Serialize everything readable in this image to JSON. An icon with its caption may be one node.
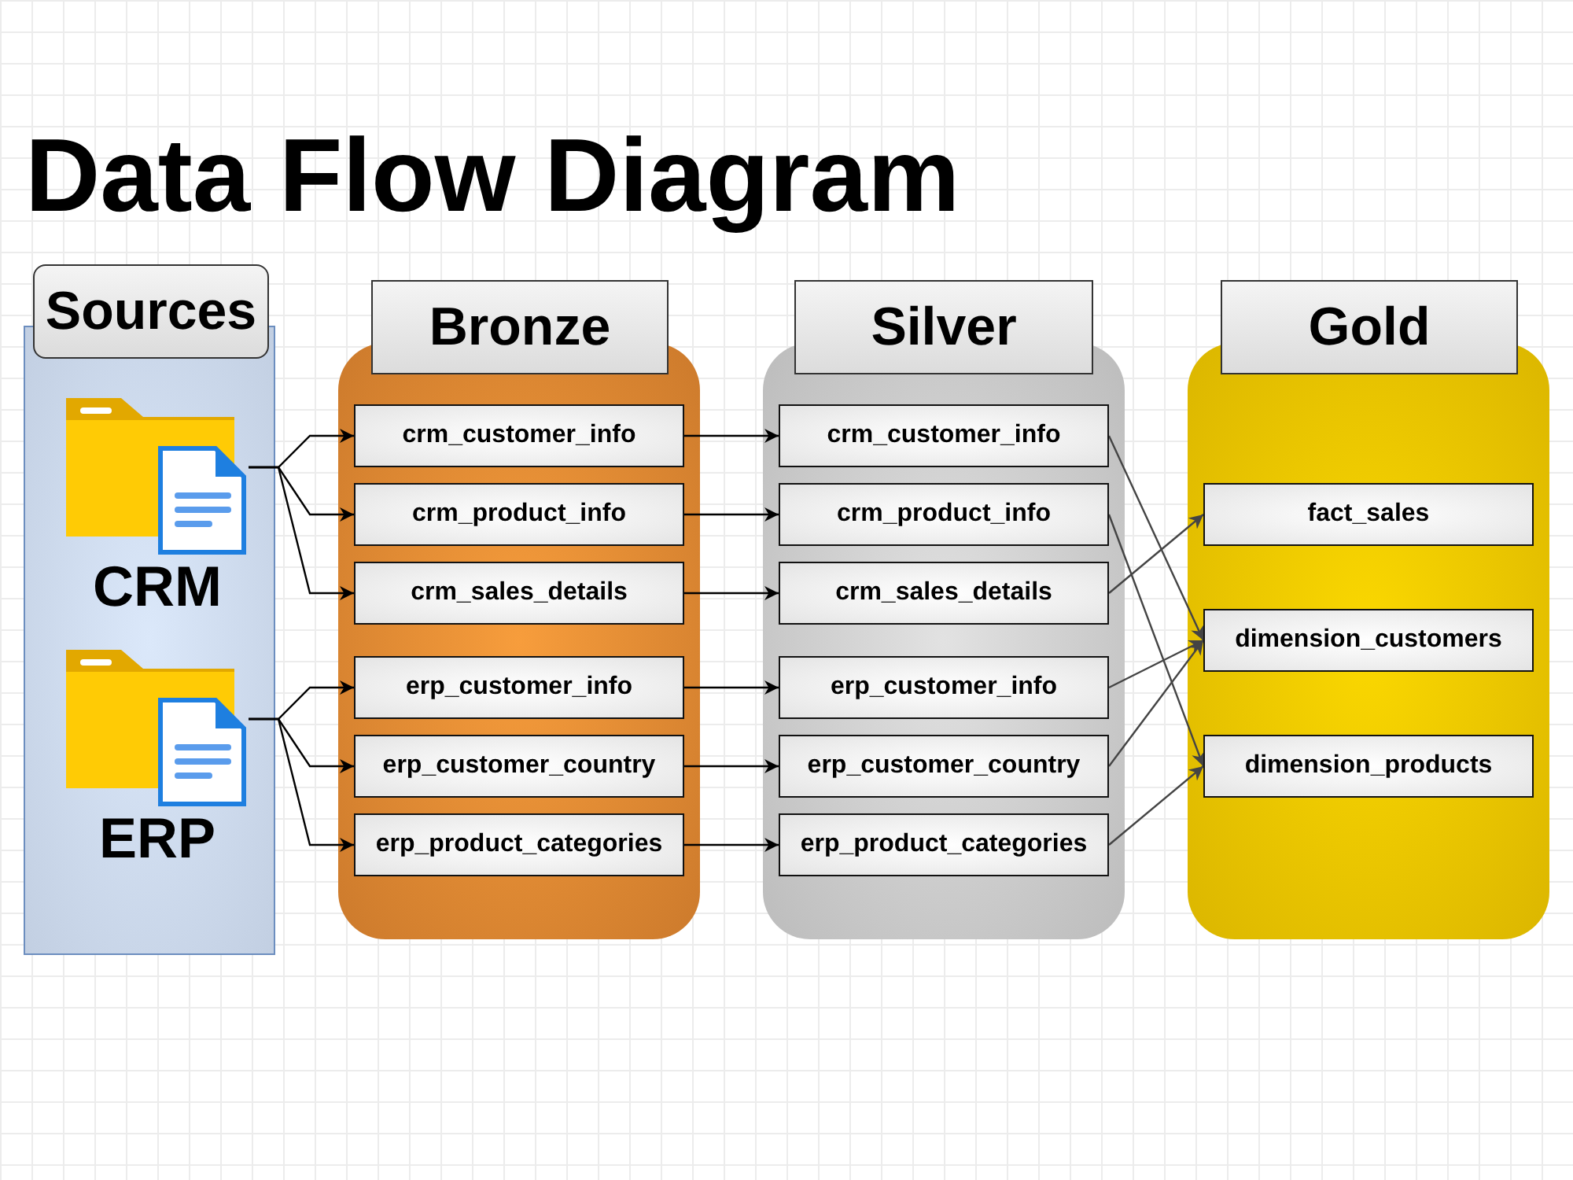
{
  "diagram": {
    "title": "Data Flow Diagram",
    "nodes": [
      {
        "text": [
          "Sources"
        ]
      },
      {
        "text": [
          "CRM"
        ],
        "in": 0
      },
      {
        "text": [
          "ERP"
        ],
        "in": 0
      },
      {
        "text": [
          "Bronze"
        ]
      },
      {
        "text": [
          "crm_customer_info"
        ],
        "in": 3
      },
      {
        "text": [
          "crm_product_info"
        ],
        "in": 3
      },
      {
        "text": [
          "crm_sales_details"
        ],
        "in": 3
      },
      {
        "text": [
          "erp_customer_info"
        ],
        "in": 3
      },
      {
        "text": [
          "erp_customer_country"
        ],
        "in": 3
      },
      {
        "text": [
          "erp_product_categories"
        ],
        "in": 3
      },
      {
        "text": [
          "Silver"
        ]
      },
      {
        "text": [
          "crm_customer_info"
        ],
        "in": 10
      },
      {
        "text": [
          "crm_product_info"
        ],
        "in": 10
      },
      {
        "text": [
          "crm_sales_details"
        ],
        "in": 10
      },
      {
        "text": [
          "erp_customer_info"
        ],
        "in": 10
      },
      {
        "text": [
          "erp_customer_country"
        ],
        "in": 10
      },
      {
        "text": [
          "erp_product_categories"
        ],
        "in": 10
      },
      {
        "text": [
          "Gold"
        ]
      },
      {
        "text": [
          "fact_sales"
        ],
        "in": 17
      },
      {
        "text": [
          "dimension_customers"
        ],
        "in": 17
      },
      {
        "text": [
          "dimension_products"
        ],
        "in": 17
      }
    ],
    "edges": [
      {
        "from": 1,
        "to": 4,
        "arrow": "to"
      },
      {
        "from": 1,
        "to": 5,
        "arrow": "to"
      },
      {
        "from": 1,
        "to": 6,
        "arrow": "to"
      },
      {
        "from": 2,
        "to": 7,
        "arrow": "to"
      },
      {
        "from": 2,
        "to": 8,
        "arrow": "to"
      },
      {
        "from": 2,
        "to": 9,
        "arrow": "to"
      },
      {
        "from": 4,
        "to": 11,
        "arrow": "to"
      },
      {
        "from": 5,
        "to": 12,
        "arrow": "to"
      },
      {
        "from": 6,
        "to": 13,
        "arrow": "to"
      },
      {
        "from": 7,
        "to": 14,
        "arrow": "to"
      },
      {
        "from": 8,
        "to": 15,
        "arrow": "to"
      },
      {
        "from": 9,
        "to": 16,
        "arrow": "to"
      },
      {
        "from": 11,
        "to": 19,
        "arrow": "to"
      },
      {
        "from": 12,
        "to": 20,
        "arrow": "to"
      },
      {
        "from": 13,
        "to": 18,
        "arrow": "to"
      },
      {
        "from": 14,
        "to": 19,
        "arrow": "to"
      },
      {
        "from": 15,
        "to": 19,
        "arrow": "to"
      },
      {
        "from": 16,
        "to": 20,
        "arrow": "to"
      }
    ]
  }
}
